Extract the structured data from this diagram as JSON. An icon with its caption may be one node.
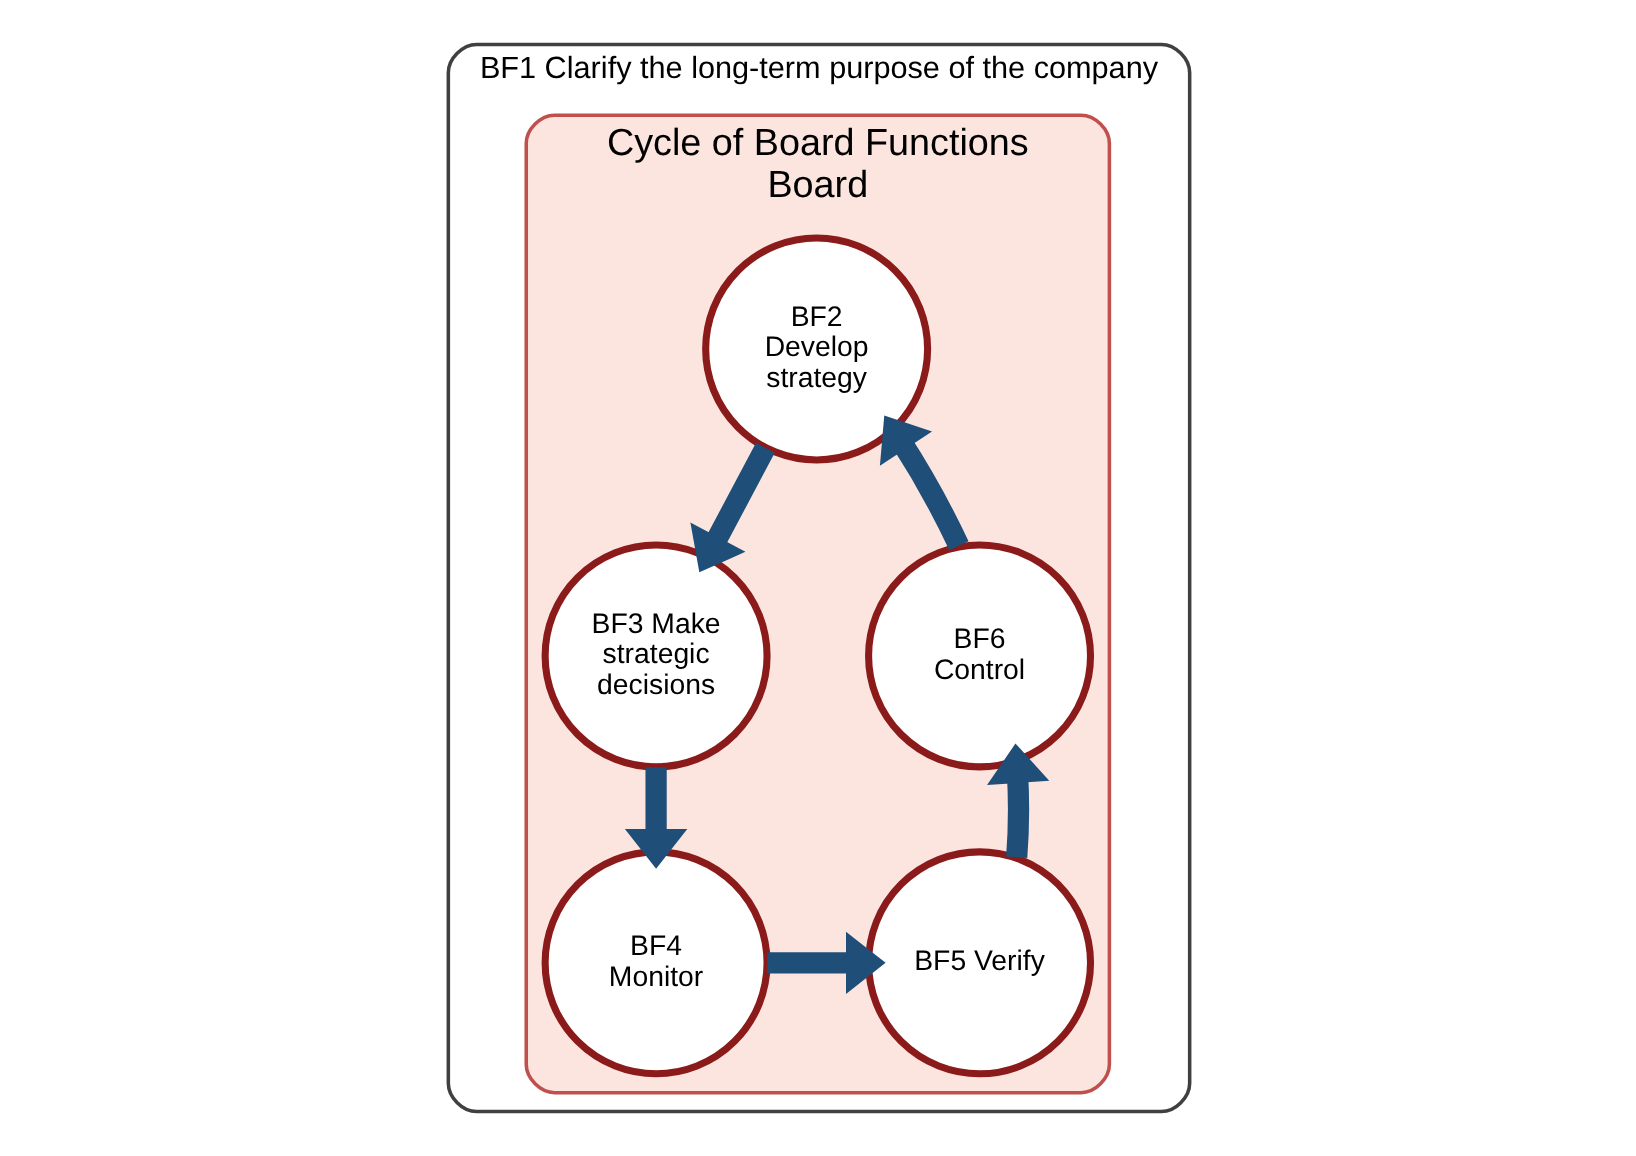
{
  "diagram": {
    "nodes": [
      {
        "text": [
          "BF1 Clarify the long-term purpose of the company"
        ]
      },
      {
        "text": [
          "Cycle of Board Functions",
          "Board"
        ],
        "in": 0
      },
      {
        "text": [
          "BF2 Develop strategy"
        ],
        "in": 1
      },
      {
        "text": [
          "BF3 Make strategic decisions"
        ],
        "in": 1
      },
      {
        "text": [
          "BF4 Monitor"
        ],
        "in": 1
      },
      {
        "text": [
          "BF5 Verify"
        ],
        "in": 1
      },
      {
        "text": [
          "BF6 Control"
        ],
        "in": 1
      }
    ],
    "edges": [
      {
        "from": 2,
        "to": 3,
        "arrow": "to"
      },
      {
        "from": 3,
        "to": 4,
        "arrow": "to"
      },
      {
        "from": 4,
        "to": 5,
        "arrow": "to"
      },
      {
        "from": 5,
        "to": 6,
        "arrow": "to"
      },
      {
        "from": 6,
        "to": 2,
        "arrow": "to"
      }
    ]
  }
}
